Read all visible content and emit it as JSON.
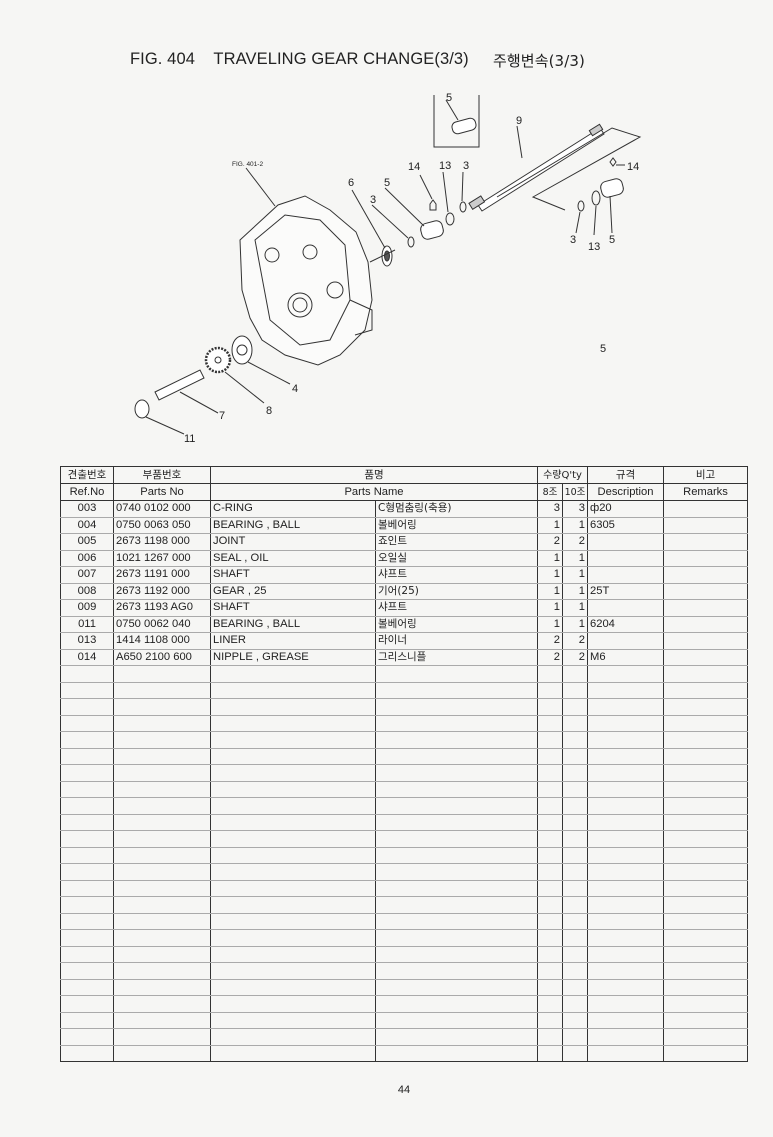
{
  "header": {
    "title": "FIG. 404    TRAVELING GEAR CHANGE(3/3)",
    "title_kr": "주행변속(3/3)"
  },
  "diagram": {
    "fig_ref": "FIG. 401-2",
    "callouts": [
      "5",
      "9",
      "14",
      "13",
      "3",
      "6",
      "5",
      "3",
      "14",
      "3",
      "13",
      "5",
      "5",
      "4",
      "8",
      "7",
      "11"
    ]
  },
  "table": {
    "headers_kr": {
      "ref": "견출번호",
      "parts_no": "부품번호",
      "name": "품명",
      "qty": "수량Q'ty",
      "desc": "규격",
      "remarks": "비고"
    },
    "headers_en": {
      "ref": "Ref.No",
      "parts_no": "Parts No",
      "name": "Parts Name",
      "qty8": "8조",
      "qty10": "10조",
      "desc": "Description",
      "remarks": "Remarks"
    },
    "rows": [
      {
        "ref": "003",
        "parts_no": "0740 0102 000",
        "name": "C-RING",
        "name_kr": "C형멈춤링(축용)",
        "qty8": "3",
        "qty10": "3",
        "desc": "ф20",
        "remarks": ""
      },
      {
        "ref": "004",
        "parts_no": "0750 0063 050",
        "name": "BEARING , BALL",
        "name_kr": "볼베어링",
        "qty8": "1",
        "qty10": "1",
        "desc": "6305",
        "remarks": ""
      },
      {
        "ref": "005",
        "parts_no": "2673 1198 000",
        "name": "JOINT",
        "name_kr": "죠인트",
        "qty8": "2",
        "qty10": "2",
        "desc": "",
        "remarks": ""
      },
      {
        "ref": "006",
        "parts_no": "1021 1267 000",
        "name": "SEAL , OIL",
        "name_kr": "오일실",
        "qty8": "1",
        "qty10": "1",
        "desc": "",
        "remarks": ""
      },
      {
        "ref": "007",
        "parts_no": "2673 1191 000",
        "name": "SHAFT",
        "name_kr": "샤프트",
        "qty8": "1",
        "qty10": "1",
        "desc": "",
        "remarks": ""
      },
      {
        "ref": "008",
        "parts_no": "2673 1192 000",
        "name": "GEAR , 25",
        "name_kr": "기어(25)",
        "qty8": "1",
        "qty10": "1",
        "desc": "25T",
        "remarks": ""
      },
      {
        "ref": "009",
        "parts_no": "2673 1193 AG0",
        "name": "SHAFT",
        "name_kr": "샤프트",
        "qty8": "1",
        "qty10": "1",
        "desc": "",
        "remarks": ""
      },
      {
        "ref": "011",
        "parts_no": "0750 0062 040",
        "name": "BEARING , BALL",
        "name_kr": "볼베어링",
        "qty8": "1",
        "qty10": "1",
        "desc": "6204",
        "remarks": ""
      },
      {
        "ref": "013",
        "parts_no": "1414 1108 000",
        "name": "LINER",
        "name_kr": "라이너",
        "qty8": "2",
        "qty10": "2",
        "desc": "",
        "remarks": ""
      },
      {
        "ref": "014",
        "parts_no": "A650 2100 600",
        "name": "NIPPLE , GREASE",
        "name_kr": "그리스니플",
        "qty8": "2",
        "qty10": "2",
        "desc": "M6",
        "remarks": ""
      }
    ]
  },
  "footer": {
    "page_number": "44"
  }
}
